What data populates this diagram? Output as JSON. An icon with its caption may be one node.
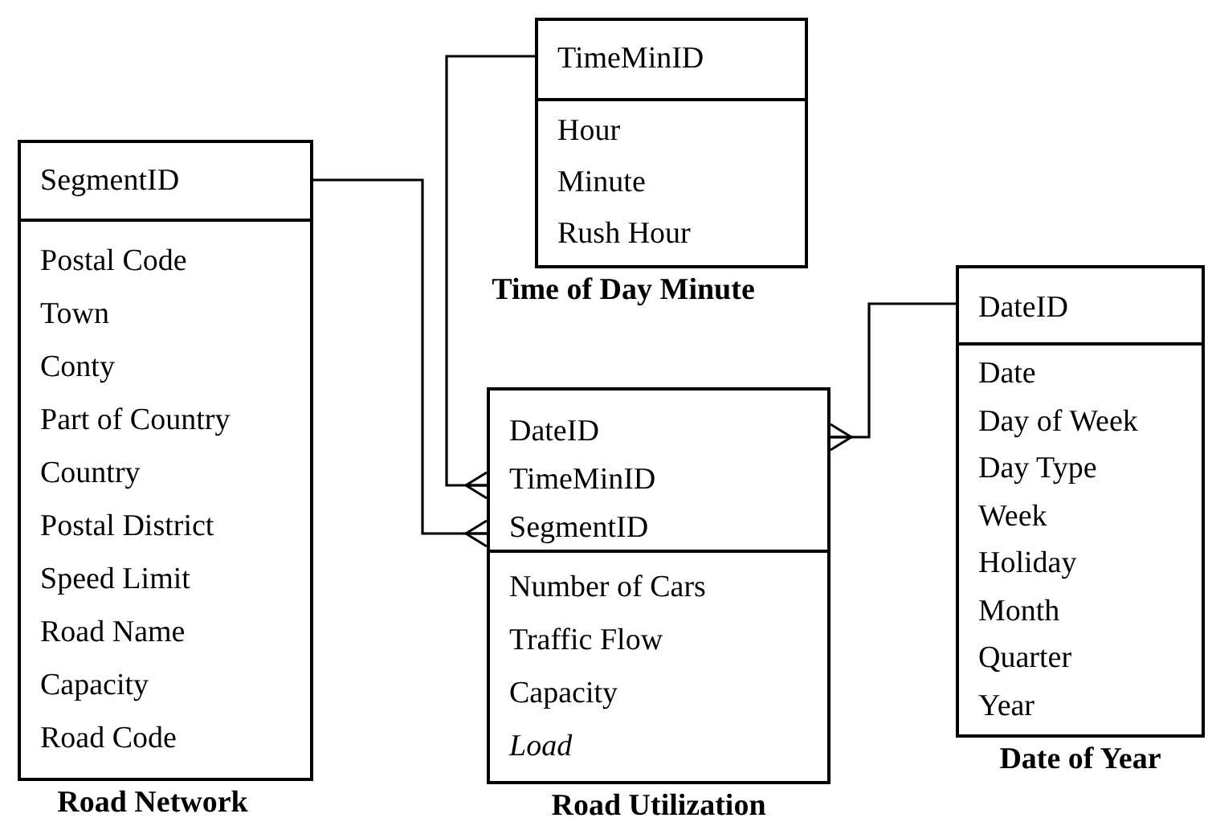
{
  "diagram": {
    "nodes": [
      {
        "text": [
          "SegmentID",
          "Postal Code",
          "Town",
          "Conty",
          "Part of Country",
          "Country",
          "Postal District",
          "Speed Limit",
          "Road Name",
          "Capacity",
          "Road Code",
          "Road Network"
        ]
      },
      {
        "text": [
          "TimeMinID",
          "Hour",
          "Minute",
          "Rush Hour",
          "Time of Day Minute"
        ]
      },
      {
        "text": [
          "DateID",
          "TimeMinID",
          "SegmentID",
          "Number of Cars",
          "Traffic Flow",
          "Capacity",
          "Load",
          "Road Utilization"
        ]
      },
      {
        "text": [
          "DateID",
          "Date",
          "Day of Week",
          "Day Type",
          "Week",
          "Holiday",
          "Month",
          "Quarter",
          "Year",
          "Date of Year"
        ]
      }
    ],
    "edges": [
      {
        "from": 0,
        "to": 2,
        "arrow": "other"
      },
      {
        "from": 1,
        "to": 2,
        "arrow": "other"
      },
      {
        "from": 3,
        "to": 2,
        "arrow": "other"
      }
    ]
  }
}
